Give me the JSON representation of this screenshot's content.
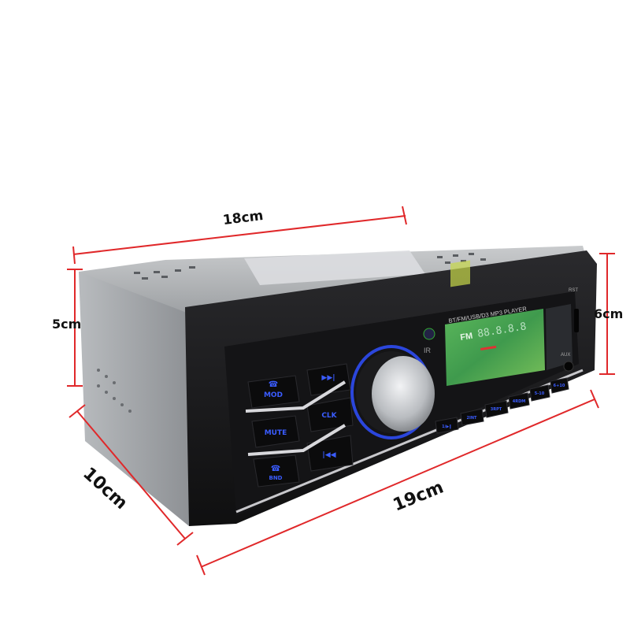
{
  "product": {
    "type": "car-radio-mp3-player",
    "display_caption": "BT/FM/USB/D3 MP3 PLAYER",
    "display_mode": "FM",
    "display_digits": "88.8.8.8",
    "side_labels": {
      "reset": "RST",
      "aux": "AUX",
      "ir": "IR"
    }
  },
  "dimensions": {
    "top_depth": "18cm",
    "left_height": "5cm",
    "right_height": "6cm",
    "side_length": "10cm",
    "front_width": "19cm"
  },
  "buttons": {
    "left_column": [
      {
        "label": "MOD",
        "icon": "phone-answer-icon"
      },
      {
        "label": "MUTE",
        "icon": ""
      },
      {
        "label": "BND",
        "icon": "phone-hangup-icon"
      }
    ],
    "right_column": [
      {
        "label": "▶▶|",
        "icon": "next-track-icon"
      },
      {
        "label": "CLK",
        "icon": ""
      },
      {
        "label": "|◀◀",
        "icon": "prev-track-icon"
      }
    ],
    "presets": [
      "1/▶‖",
      "2INT",
      "3RPT",
      "4RDM",
      "5-10",
      "6+10"
    ]
  },
  "colors": {
    "background": "#ffffff",
    "dimension_line": "#e0282a",
    "button_backlight": "#3a5cff",
    "chassis": "#a8abae",
    "faceplate": "#1a1a1c",
    "display_green": "#4aa85a",
    "knob_silver": "#c9ccd0",
    "knob_ring": "#2f4fff"
  }
}
